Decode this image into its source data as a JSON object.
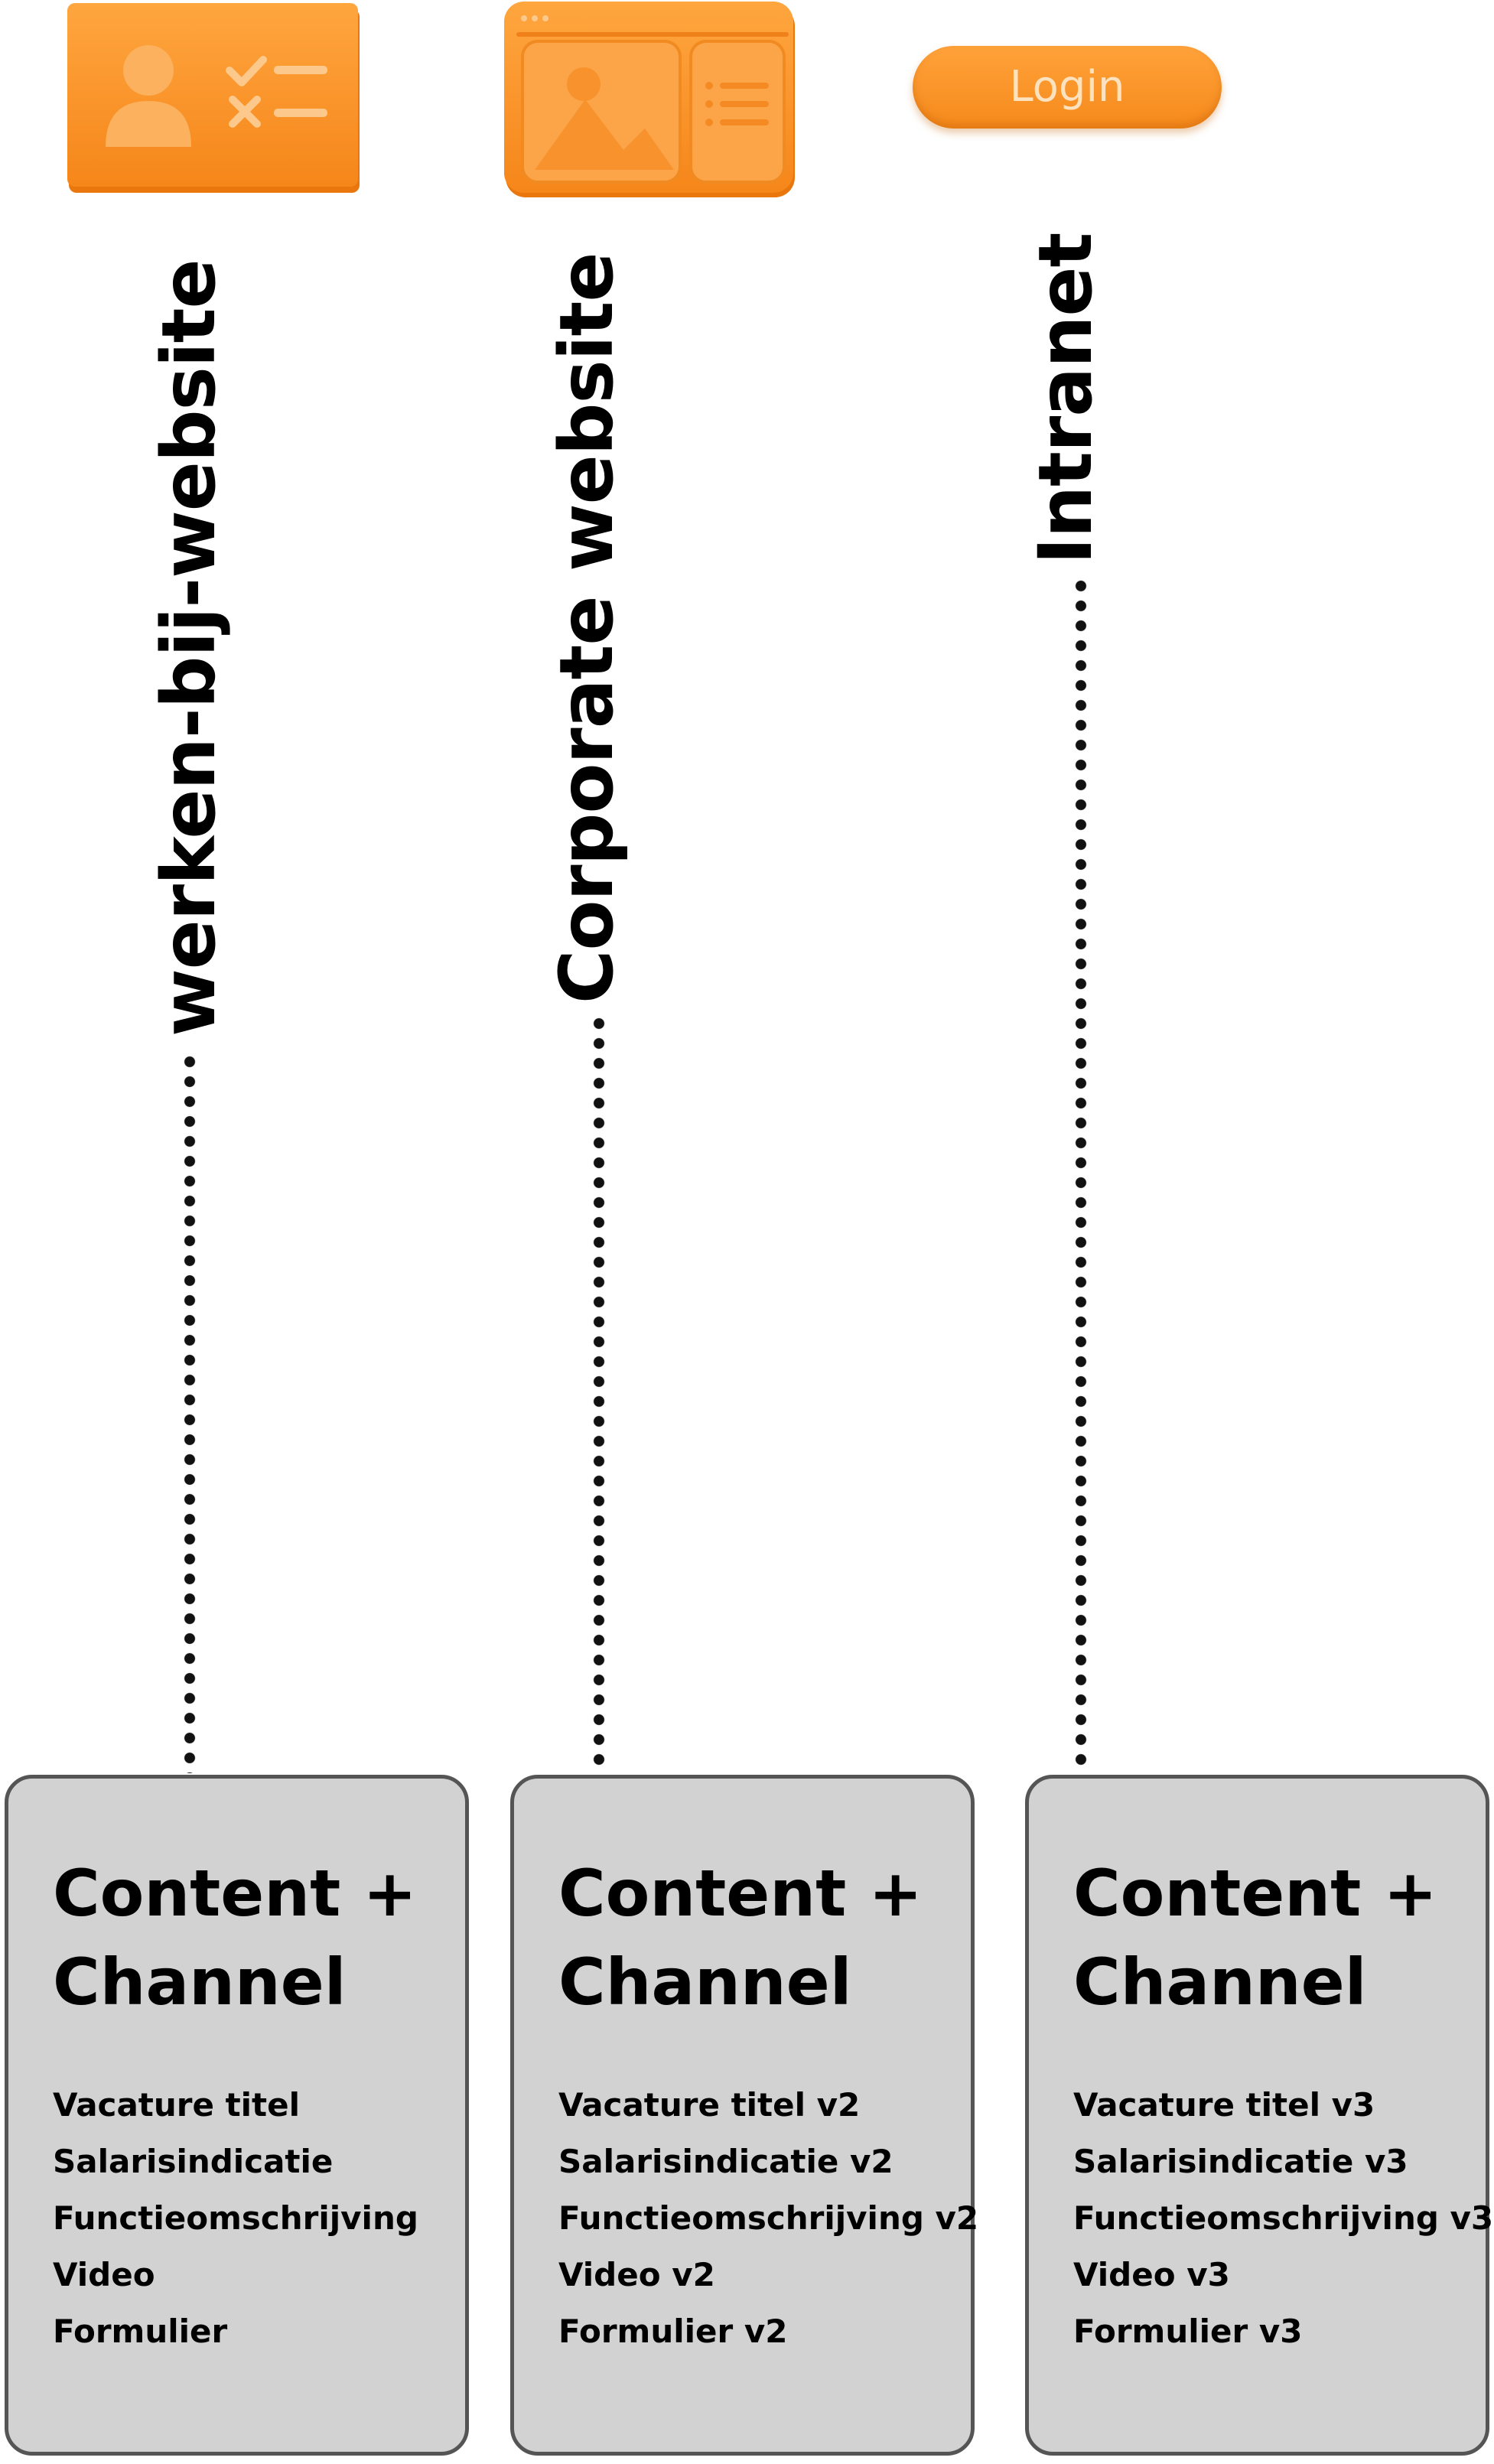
{
  "columns": [
    {
      "channel": "werken-bij-website",
      "icon": "job-application-form-icon",
      "card": {
        "title": "Content +\nChannel",
        "items": [
          "Vacature titel",
          "Salarisindicatie",
          "Functieomschrijving",
          "Video",
          "Formulier"
        ]
      }
    },
    {
      "channel": "Corporate website",
      "icon": "website-layout-icon",
      "card": {
        "title": "Content +\nChannel",
        "items": [
          "Vacature titel v2",
          "Salarisindicatie v2",
          "Functieomschrijving v2",
          "Video v2",
          "Formulier v2"
        ]
      }
    },
    {
      "channel": "Intranet",
      "icon": "login-button",
      "login_label": "Login",
      "card": {
        "title": "Content +\nChannel",
        "items": [
          "Vacature titel v3",
          "Salarisindicatie v3",
          "Functieomschrijving v3",
          "Video v3",
          "Formulier v3"
        ]
      }
    }
  ],
  "colors": {
    "accent_orange": "#f7921e",
    "card_background": "#d2d2d2",
    "card_border": "#555555"
  }
}
